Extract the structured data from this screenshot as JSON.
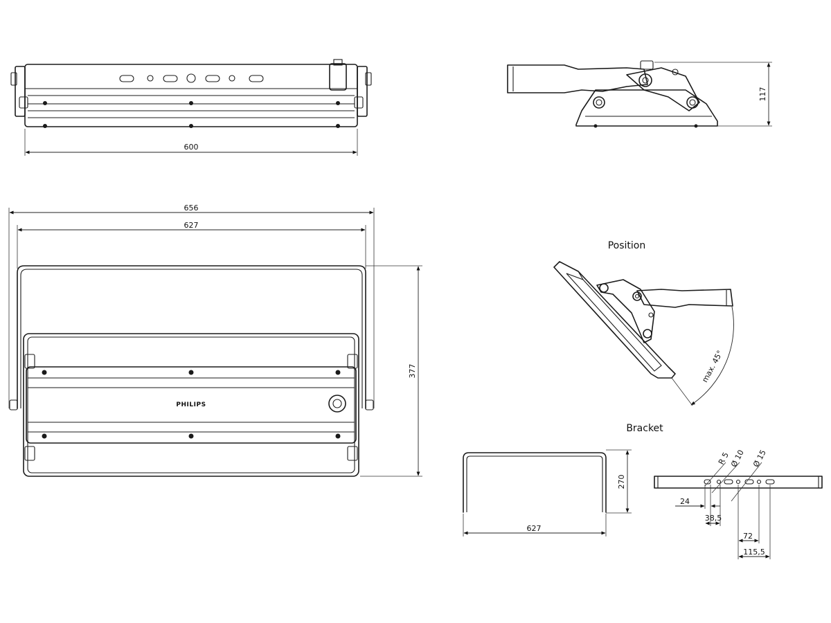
{
  "labels": {
    "position": "Position",
    "bracket": "Bracket",
    "max_angle": "max. 45°",
    "brand": "PHILIPS"
  },
  "dimensions": {
    "top_width": "600",
    "side_height": "117",
    "overall_width": "656",
    "bracket_width": "627",
    "front_height": "377",
    "bracket_depth": "270",
    "bracket_length": "627",
    "radius": "R 5",
    "hole_small": "Ø 10",
    "hole_large": "Ø 15",
    "d24": "24",
    "d38_5": "38,5",
    "d72": "72",
    "d115_5": "115,5"
  }
}
